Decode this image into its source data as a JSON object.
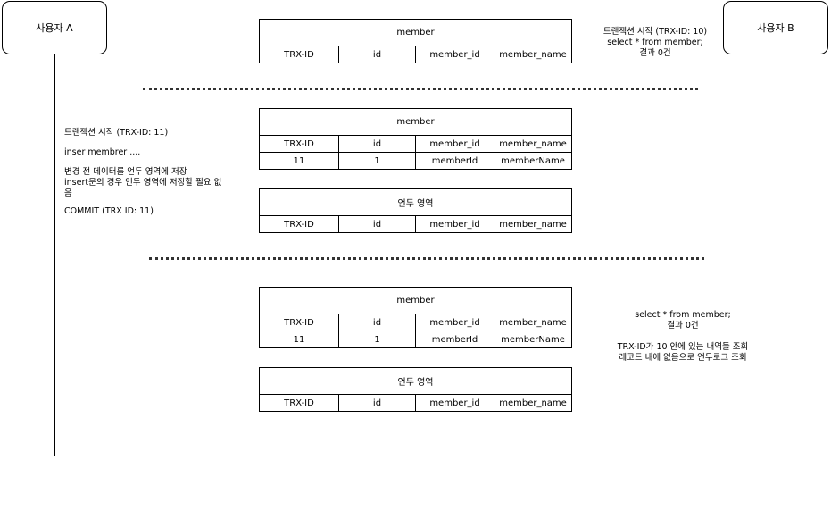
{
  "actors": {
    "a": "사용자 A",
    "b": "사용자 B"
  },
  "columns": [
    "TRX-ID",
    "id",
    "member_id",
    "member_name"
  ],
  "row": [
    "11",
    "1",
    "memberId",
    "memberName"
  ],
  "section1": {
    "member_title": "member",
    "note_b": [
      "트랜잭션 시작 (TRX-ID: 10)",
      "select * from member;",
      "결과 0건"
    ]
  },
  "section2": {
    "member_title": "member",
    "undo_title": "언두 영역",
    "note_a": [
      "트랜잭션 시작 (TRX-ID: 11)",
      "inser membrer ....",
      "변경 전 데이터를 언두 영역에 저장",
      "insert문의 경우 언두 영역에 저장할 필요 없",
      "음",
      "COMMIT (TRX ID: 11)"
    ]
  },
  "section3": {
    "member_title": "member",
    "undo_title": "언두 영역",
    "note_b": [
      "select * from member;",
      "결과 0건",
      "TRX-ID가 10 안에 있는 내역들 조회",
      "레코드 내에 없음으로 언두로그 조회"
    ]
  }
}
